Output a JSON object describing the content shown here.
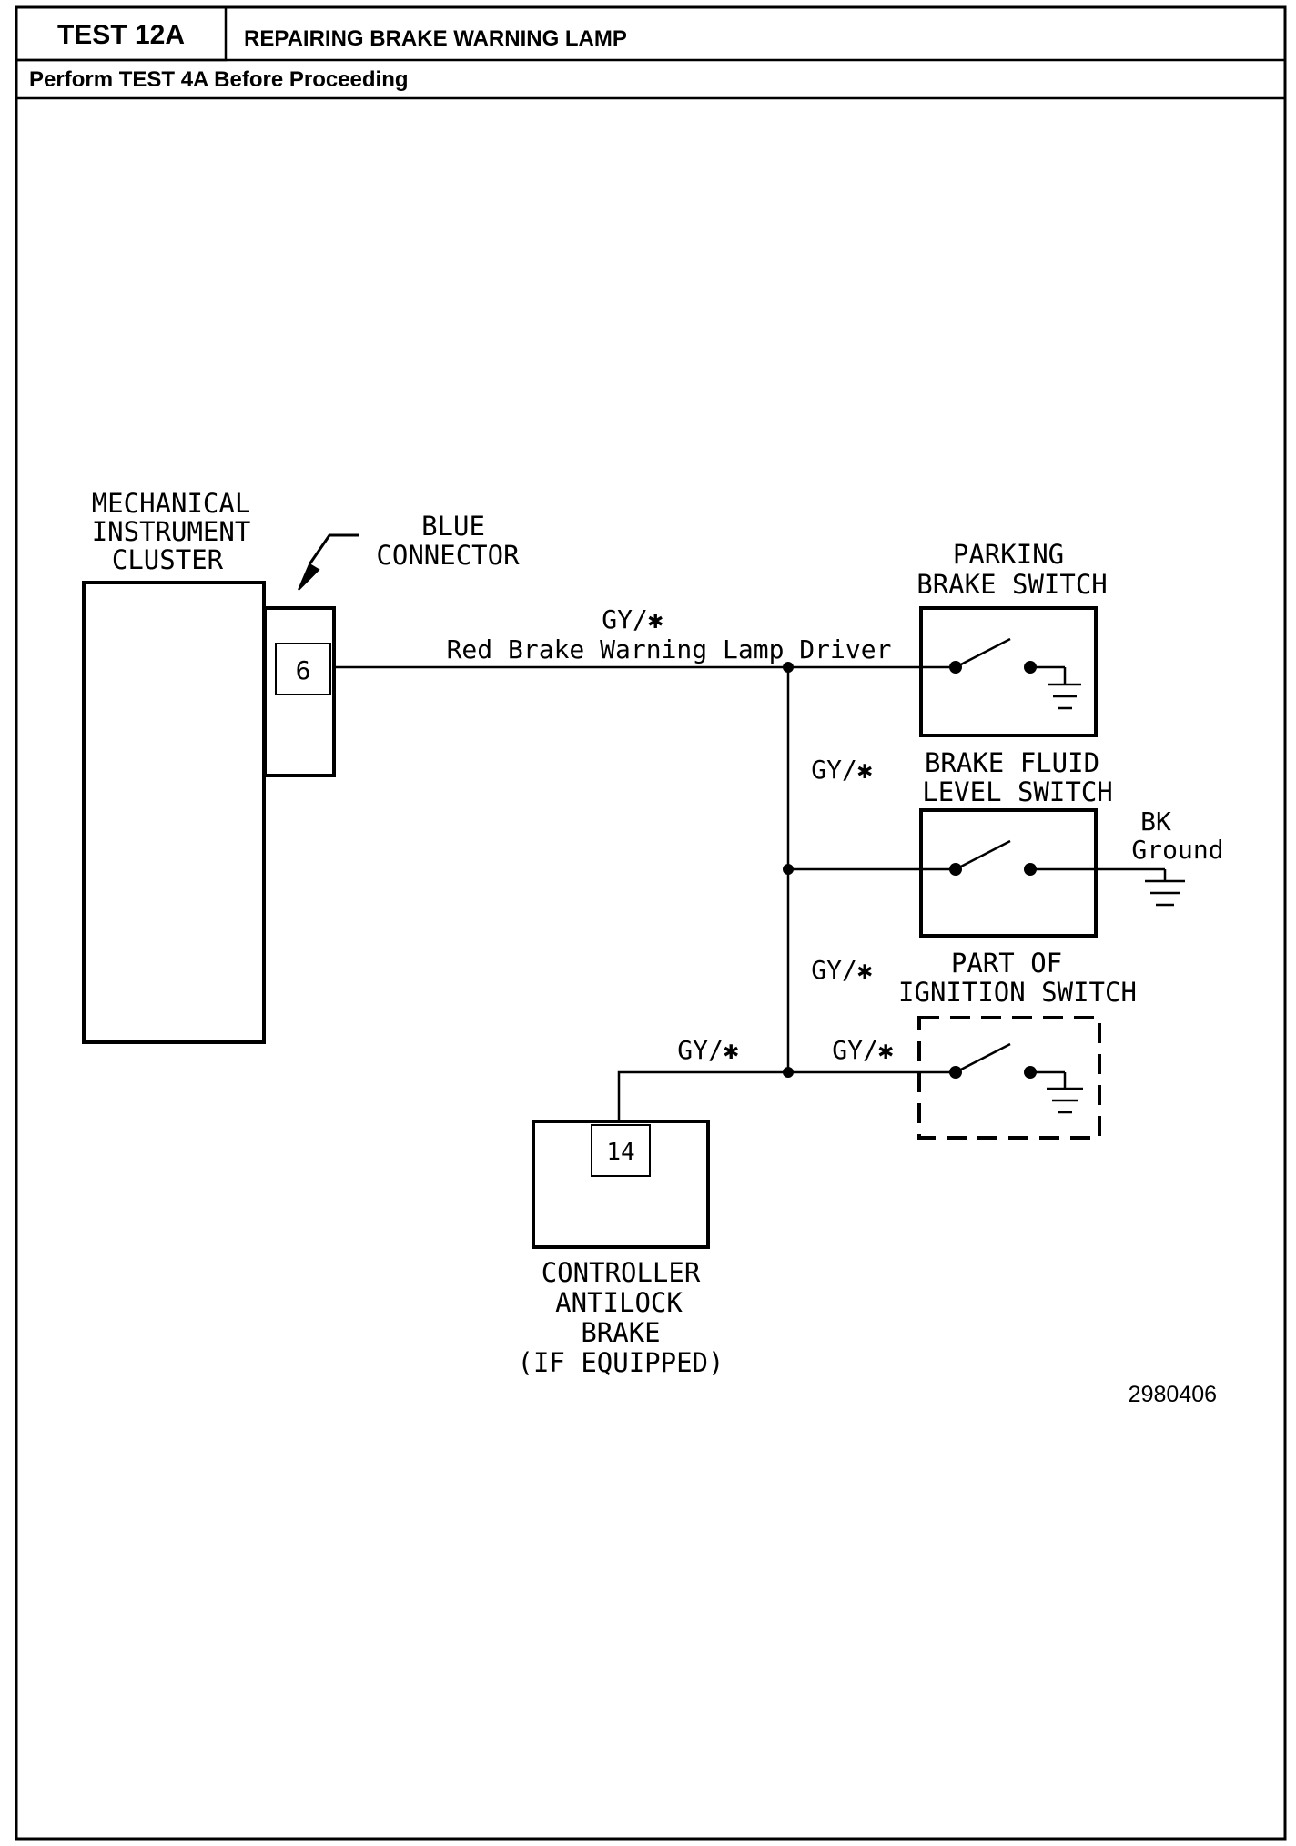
{
  "header": {
    "test_id": "TEST 12A",
    "title": "REPAIRING BRAKE WARNING LAMP",
    "prerequisite": "Perform TEST 4A Before Proceeding"
  },
  "diagram": {
    "cluster": {
      "line1": "MECHANICAL",
      "line2": "INSTRUMENT",
      "line3": "CLUSTER"
    },
    "blue_connector": {
      "line1": "BLUE",
      "line2": "CONNECTOR",
      "pin": "6"
    },
    "circuit": {
      "color_code": "GY/✱",
      "name": "Red Brake Warning Lamp Driver"
    },
    "parking_brake_switch": {
      "line1": "PARKING",
      "line2": "BRAKE SWITCH"
    },
    "brake_fluid_level_switch": {
      "line1": "BRAKE FLUID",
      "line2": "LEVEL SWITCH"
    },
    "ground": {
      "line1": "BK",
      "line2": "Ground"
    },
    "ignition_switch": {
      "line1": "PART OF",
      "line2": "IGNITION SWITCH"
    },
    "wire_labels": {
      "mid_upper": "GY/✱",
      "mid_lower": "GY/✱",
      "to_controller": "GY/✱",
      "to_ignition": "GY/✱"
    },
    "controller": {
      "pin": "14",
      "line1": "CONTROLLER",
      "line2": "ANTILOCK",
      "line3": "BRAKE",
      "line4": "(IF EQUIPPED)"
    },
    "figure_number": "2980406"
  }
}
